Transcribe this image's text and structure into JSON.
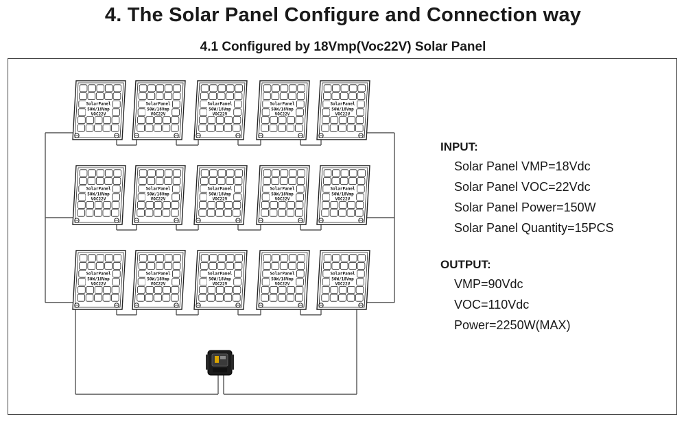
{
  "title": "4. The Solar Panel Configure and Connection way",
  "subtitle": "4.1 Configured by 18Vmp(Voc22V) Solar Panel",
  "panel_labels": {
    "name": "SolarPanel",
    "rating": "50W/18Vmp",
    "voc": "VOC22V"
  },
  "panel_grid": {
    "rows": 3,
    "columns": 5
  },
  "input": {
    "heading": "INPUT:",
    "lines": [
      "Solar Panel VMP=18Vdc",
      "Solar Panel VOC=22Vdc",
      "Solar Panel Power=150W",
      "Solar Panel Quantity=15PCS"
    ]
  },
  "output": {
    "heading": "OUTPUT:",
    "lines": [
      "VMP=90Vdc",
      "VOC=110Vdc",
      "Power=2250W(MAX)"
    ]
  },
  "colors": {
    "line": "#555555",
    "panel_stroke": "#222222"
  }
}
